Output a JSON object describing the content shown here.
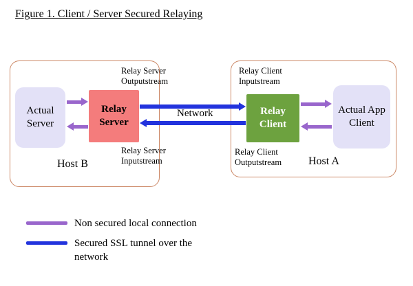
{
  "title": "Figure 1. Client / Server Secured Relaying",
  "hosts": {
    "host_b": {
      "label": "Host B",
      "actual_server": "Actual Server",
      "relay_server": "Relay Server",
      "outputstream_label": "Relay Server Outputstream",
      "inputstream_label": "Relay Server Inputstream"
    },
    "host_a": {
      "label": "Host A",
      "relay_client": "Relay Client",
      "actual_app_client": "Actual App Client",
      "inputstream_label": "Relay Client Inputstream",
      "outputstream_label": "Relay Client Outputstream"
    }
  },
  "network_label": "Network",
  "legend": {
    "non_secured": "Non secured local connection",
    "secured": "Secured SSL tunnel over the network"
  },
  "colors": {
    "purple_arrow": "#9966cc",
    "blue_arrow": "#2233dd",
    "host_border": "#cc8866",
    "lavender_box": "#e3e1f7",
    "salmon_box": "#f47c7c",
    "green_box": "#6da23f"
  }
}
